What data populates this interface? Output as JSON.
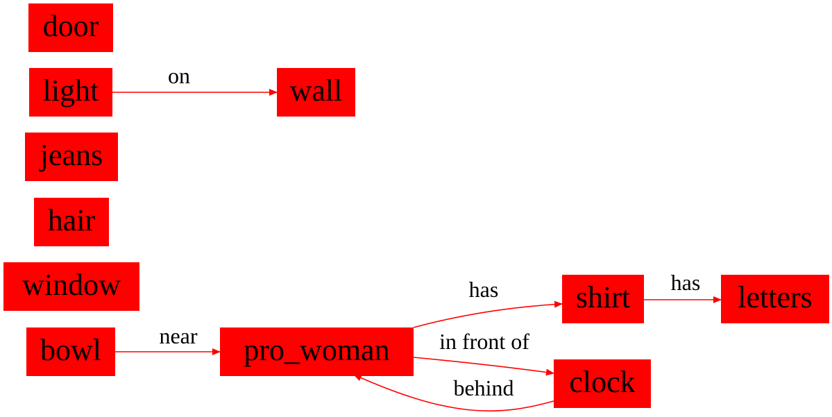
{
  "colors": {
    "node_fill": "#ff0000",
    "edge": "#ff0000",
    "text": "#000000",
    "background": "#ffffff"
  },
  "nodes": [
    {
      "id": "door",
      "label": "door"
    },
    {
      "id": "light",
      "label": "light"
    },
    {
      "id": "wall",
      "label": "wall"
    },
    {
      "id": "jeans",
      "label": "jeans"
    },
    {
      "id": "hair",
      "label": "hair"
    },
    {
      "id": "window",
      "label": "window"
    },
    {
      "id": "bowl",
      "label": "bowl"
    },
    {
      "id": "pro_woman",
      "label": "pro_woman"
    },
    {
      "id": "shirt",
      "label": "shirt"
    },
    {
      "id": "letters",
      "label": "letters"
    },
    {
      "id": "clock",
      "label": "clock"
    }
  ],
  "edges": [
    {
      "id": "light-wall",
      "source": "light",
      "target": "wall",
      "label": "on"
    },
    {
      "id": "bowl-pro_woman",
      "source": "bowl",
      "target": "pro_woman",
      "label": "near"
    },
    {
      "id": "pro_woman-shirt",
      "source": "pro_woman",
      "target": "shirt",
      "label": "has"
    },
    {
      "id": "shirt-letters",
      "source": "shirt",
      "target": "letters",
      "label": "has"
    },
    {
      "id": "pro_woman-clock",
      "source": "pro_woman",
      "target": "clock",
      "label": "in front of"
    },
    {
      "id": "clock-pro_woman",
      "source": "clock",
      "target": "pro_woman",
      "label": "behind"
    }
  ]
}
